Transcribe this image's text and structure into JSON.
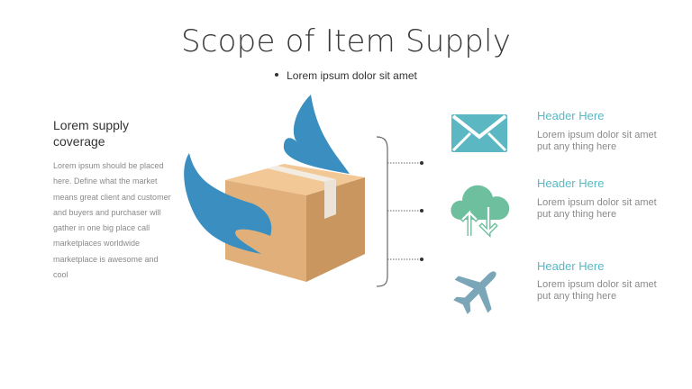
{
  "slide": {
    "title": "Scope of Item Supply",
    "subtitle": "Lorem ipsum dolor sit amet"
  },
  "left": {
    "heading_line1": "Lorem supply",
    "heading_line2": "coverage",
    "body_lines": [
      "Lorem ipsum should be placed",
      "here. Define what the market",
      "means great client and customer",
      "and buyers and purchaser will",
      "gather in one big place call",
      "marketplaces worldwide",
      "marketplace is awesome and",
      "cool"
    ]
  },
  "items": [
    {
      "icon": "envelope-icon",
      "header": "Header Here",
      "line1": "Lorem ipsum dolor sit amet",
      "line2": "put any thing here",
      "color": "#5bb8c3"
    },
    {
      "icon": "cloud-transfer-icon",
      "header": "Header Here",
      "line1": "Lorem ipsum dolor sit amet",
      "line2": "put any thing here",
      "color": "#6dbf9e"
    },
    {
      "icon": "airplane-icon",
      "header": "Header Here",
      "line1": "Lorem ipsum dolor sit amet",
      "line2": "put any thing here",
      "color": "#7aa6b8"
    }
  ],
  "colors": {
    "wing": "#3a8fc0",
    "box": "#e1b07a",
    "tape": "#f3ece2",
    "header_accent": "#5bb8c3"
  }
}
